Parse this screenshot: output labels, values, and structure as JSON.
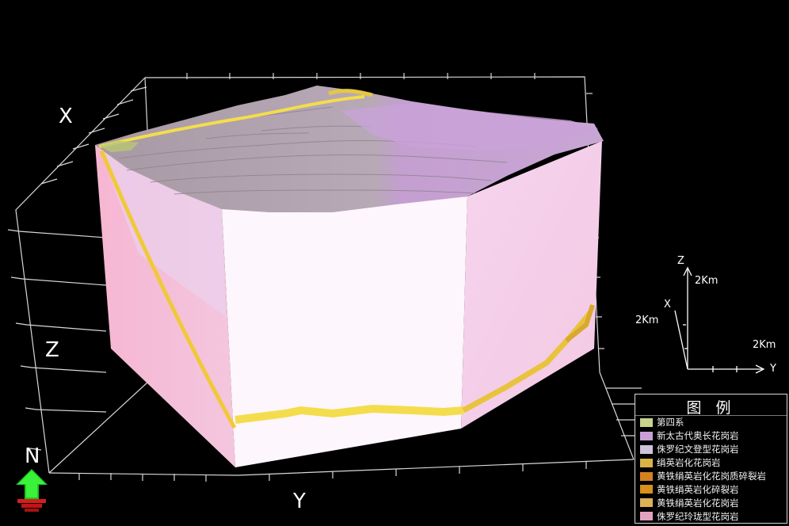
{
  "axes": {
    "x_label": "X",
    "y_label": "Y",
    "z_label": "Z",
    "north_label": "N"
  },
  "scale_bar": {
    "z_axis": "Z",
    "x_axis": "X",
    "y_axis": "Y",
    "z_length": "2Km",
    "x_length": "2Km",
    "y_length": "2Km"
  },
  "legend": {
    "title": "图 例",
    "items": [
      {
        "label": "第四系",
        "color": "#c9d48c"
      },
      {
        "label": "新太古代奥长花岗岩",
        "color": "#c9a0d8"
      },
      {
        "label": "侏罗纪文登型花岗岩",
        "color": "#cfc3dc"
      },
      {
        "label": "绢英岩化花岗岩",
        "color": "#d9b24a"
      },
      {
        "label": "黄铁绢英岩化花岗质碎裂岩",
        "color": "#d4821e"
      },
      {
        "label": "黄铁绢英岩化碎裂岩",
        "color": "#d98f1c"
      },
      {
        "label": "黄铁绢英岩化花岗岩",
        "color": "#dcb055"
      },
      {
        "label": "侏罗纪玲珑型花岗岩",
        "color": "#e3a2bf"
      }
    ]
  },
  "colors": {
    "background": "#000000",
    "ore_zone": "#f2dd4a",
    "granite_pink": "#f0b8d4",
    "granite_white": "#fbf3fb",
    "surface_gray": "#b9aab6"
  }
}
